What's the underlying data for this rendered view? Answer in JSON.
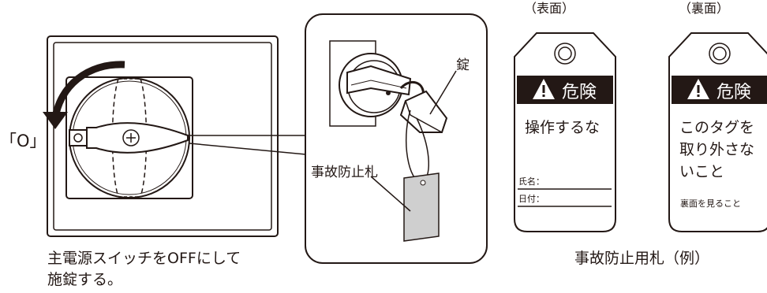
{
  "switch_diagram": {
    "position_label": "「O」",
    "caption_line1": "主電源スイッチをOFFにして",
    "caption_line2": "施錠する。"
  },
  "detail_callout": {
    "lock_label": "錠",
    "tag_label": "事故防止札"
  },
  "tags": {
    "front": {
      "side_label": "（表面）",
      "danger_text": "危険",
      "main_text": "操作するな",
      "field_name": "氏名：",
      "field_date": "日付："
    },
    "back": {
      "side_label": "（裏面）",
      "danger_text": "危険",
      "line1": "このタグを",
      "line2": "取り外さな",
      "line3": "いこと",
      "note": "裏面を見ること"
    },
    "caption": "事故防止用札（例）"
  },
  "colors": {
    "ink": "#231815",
    "tag_gray": "#cfcfcf",
    "panel_fill": "#ffffff",
    "danger_bg": "#231815",
    "danger_fg": "#ffffff"
  }
}
